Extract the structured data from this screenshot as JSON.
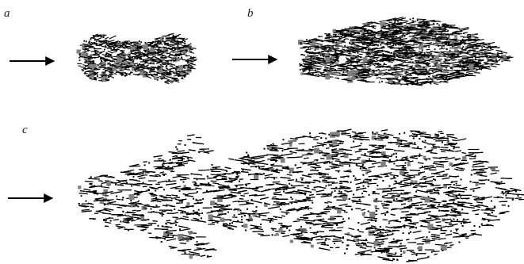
{
  "panels": [
    {
      "label": "a"
    },
    {
      "label": "b"
    },
    {
      "label": "c"
    }
  ],
  "colors": {
    "background": "#ffffff",
    "ink": "#000000",
    "gray_patch": "#808080",
    "label": "#222222"
  }
}
